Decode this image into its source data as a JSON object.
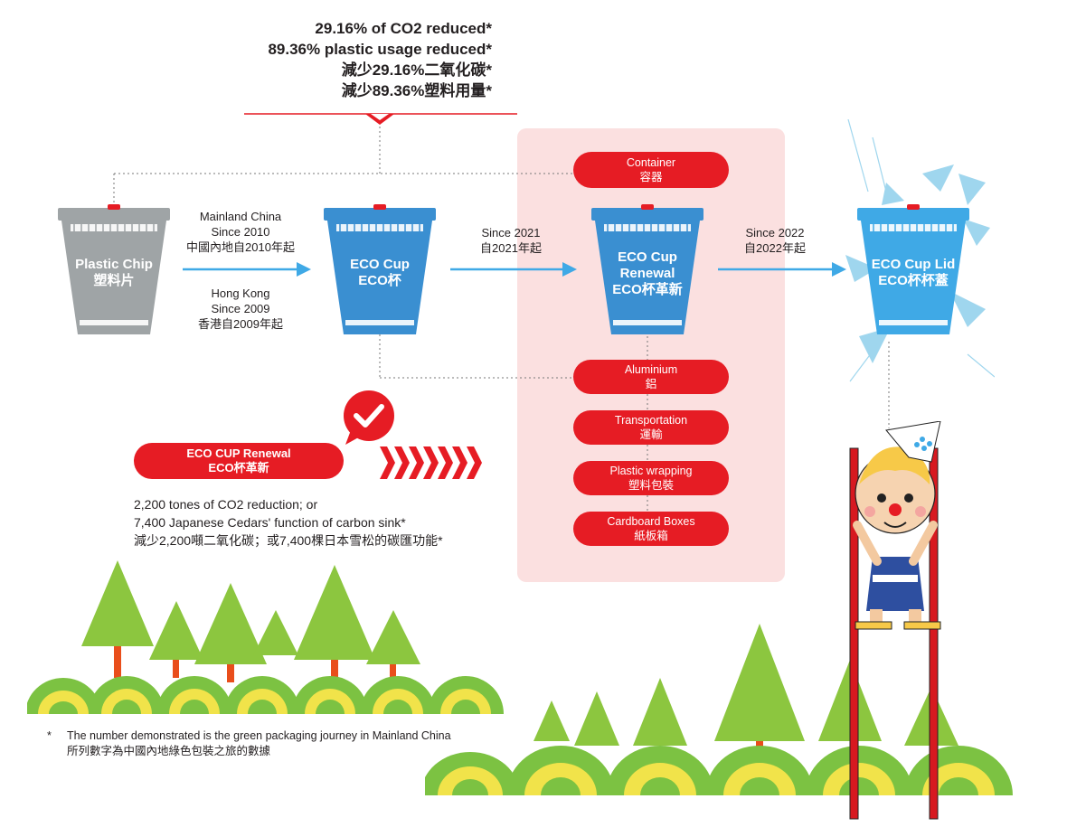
{
  "stats": {
    "line1": "29.16% of CO2 reduced*",
    "line2": "89.36% plastic usage reduced*",
    "line3": "減少29.16%二氧化碳*",
    "line4": "減少89.36%塑料用量*"
  },
  "cups": [
    {
      "line1": "Plastic Chip",
      "line2": "塑料片",
      "color": "#9fa4a6"
    },
    {
      "line1": "ECO Cup",
      "line2": "ECO杯",
      "color": "#3a8fd1"
    },
    {
      "line1": "ECO Cup",
      "line2": "Renewal",
      "line3": "ECO杯革新",
      "color": "#3a8fd1"
    },
    {
      "line1": "ECO Cup Lid",
      "line2": "ECO杯杯蓋",
      "color": "#3fa9e6"
    }
  ],
  "routes": {
    "mainland": {
      "l1": "Mainland China",
      "l2": "Since 2010",
      "l3": "中國內地自2010年起"
    },
    "hongkong": {
      "l1": "Hong Kong",
      "l2": "Since 2009",
      "l3": "香港自2009年起"
    },
    "since2021": {
      "l1": "Since 2021",
      "l2": "自2021年起"
    },
    "since2022": {
      "l1": "Since 2022",
      "l2": "自2022年起"
    }
  },
  "pills": {
    "container": {
      "en": "Container",
      "zh": "容器"
    },
    "aluminium": {
      "en": "Aluminium",
      "zh": "鋁"
    },
    "transportation": {
      "en": "Transportation",
      "zh": "運輸"
    },
    "plastic_wrapping": {
      "en": "Plastic wrapping",
      "zh": "塑料包裝"
    },
    "cardboard": {
      "en": "Cardboard Boxes",
      "zh": "紙板箱"
    }
  },
  "renewal": {
    "en": "ECO CUP Renewal",
    "zh": "ECO杯革新"
  },
  "reduction": {
    "l1": "2,200 tones of CO2 reduction; or",
    "l2": "7,400 Japanese Cedars' function of carbon sink*",
    "l3": "減少2,200噸二氧化碳；或7,400棵日本雪松的碳匯功能*"
  },
  "footnote": {
    "star": "*",
    "en": "The number demonstrated is the green packaging journey in Mainland China",
    "zh": "所列數字為中國內地綠色包裝之旅的數據"
  },
  "colors": {
    "red": "#e61c24",
    "blue": "#3a8fd1",
    "light_blue": "#3fa9e6",
    "grey": "#9fa4a6",
    "pink_zone": "#fbe0e0",
    "tree_green": "#7cc242",
    "ground_yellow": "#f1e34a"
  },
  "icons": {
    "check": "check-badge-icon",
    "chevrons": "chevron-right-icon",
    "arrow": "arrow-right-icon"
  }
}
